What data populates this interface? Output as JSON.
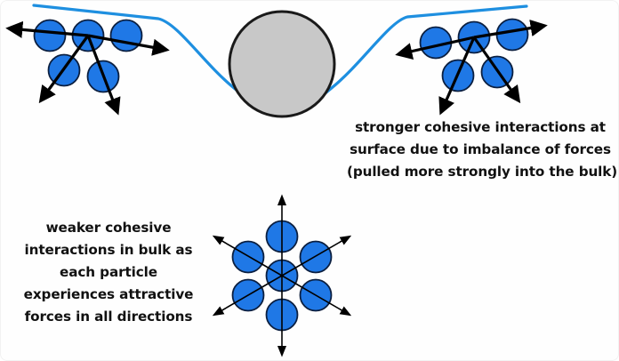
{
  "colors": {
    "surface_line": "#1e8fe0",
    "particle_fill": "#1f78e6",
    "particle_stroke": "#0b1f40",
    "object_fill": "#c8c8c8",
    "object_stroke": "#1a1a1a",
    "arrow": "#000000"
  },
  "captions": {
    "surface": {
      "lines": [
        "stronger cohesive interactions at",
        "surface due to imbalance of forces",
        "(pulled more strongly into the bulk)"
      ]
    },
    "bulk": {
      "lines": [
        "weaker cohesive",
        "interactions in bulk as",
        "each particle",
        "experiences attractive",
        "forces in all directions"
      ]
    }
  }
}
